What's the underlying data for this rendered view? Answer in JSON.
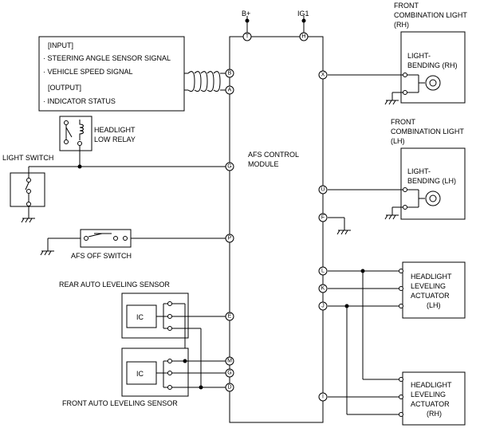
{
  "supply": {
    "bplus": "B+",
    "ig1": "IG1"
  },
  "module": {
    "line1": "AFS CONTROL",
    "line2": "MODULE"
  },
  "info_box": {
    "input_header": "[INPUT]",
    "input_1": "· STEERING ANGLE SENSOR SIGNAL",
    "input_2": "· VEHICLE SPEED SIGNAL",
    "output_header": "[OUTPUT]",
    "output_1": "· INDICATOR STATUS"
  },
  "relay": {
    "line1": "HEADLIGHT",
    "line2": "LOW RELAY"
  },
  "light_switch": "LIGHT SWITCH",
  "afs_off_switch": "AFS OFF SWITCH",
  "rear_sensor": {
    "label": "REAR AUTO LEVELING SENSOR",
    "ic": "IC"
  },
  "front_sensor": {
    "label": "FRONT AUTO LEVELING SENSOR",
    "ic": "IC"
  },
  "front_light_rh": {
    "line1": "FRONT",
    "line2": "COMBINATION LIGHT",
    "line3": "(RH)",
    "inner1": "LIGHT-",
    "inner2": "BENDING (RH)"
  },
  "front_light_lh": {
    "line1": "FRONT",
    "line2": "COMBINATION LIGHT",
    "line3": "(LH)",
    "inner1": "LIGHT-",
    "inner2": "BENDING (LH)"
  },
  "actuator_lh": {
    "line1": "HEADLIGHT",
    "line2": "LEVELING",
    "line3": "ACTUATOR",
    "line4": "(LH)"
  },
  "actuator_rh": {
    "line1": "HEADLIGHT",
    "line2": "LEVELING",
    "line3": "ACTUATOR",
    "line4": "(RH)"
  },
  "pins": {
    "T": "T",
    "H": "H",
    "B": "B",
    "A": "A",
    "G": "G",
    "P": "P",
    "E": "E",
    "M": "M",
    "G2": "G",
    "D": "D",
    "X": "X",
    "U": "U",
    "F": "F",
    "L": "L",
    "K": "K",
    "J": "J",
    "I": "I"
  }
}
